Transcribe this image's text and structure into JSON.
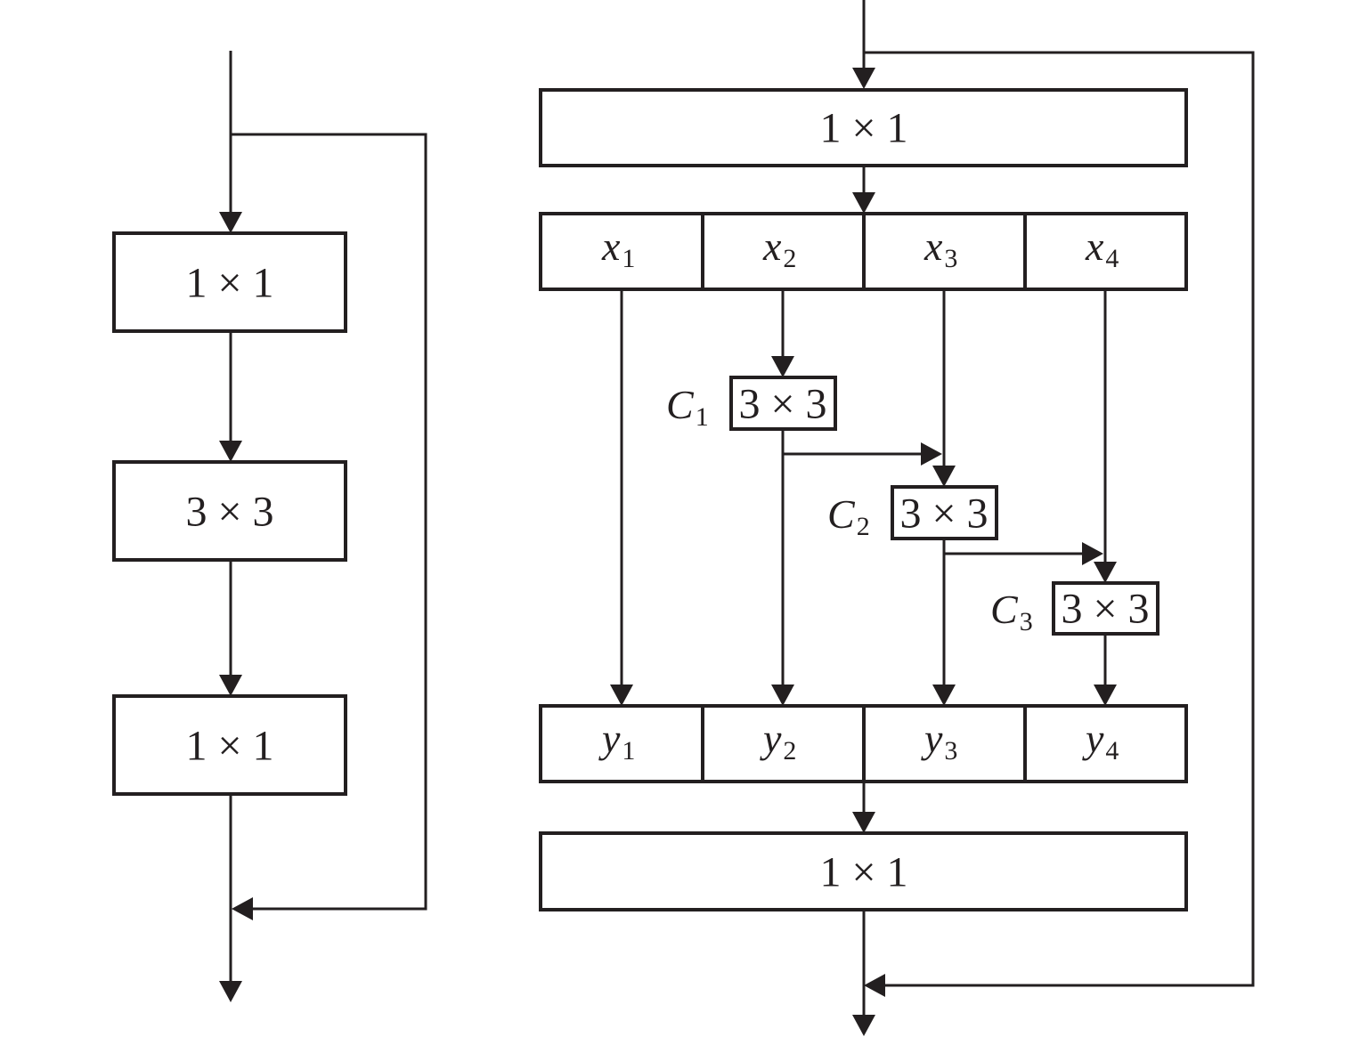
{
  "left_block": {
    "title": "Bottleneck residual block",
    "layers": [
      "1 × 1",
      "3 × 3",
      "1 × 1"
    ]
  },
  "right_block": {
    "title": "Res2Net block",
    "top_conv": "1 × 1",
    "split_inputs": [
      {
        "var": "x",
        "sub": "1"
      },
      {
        "var": "x",
        "sub": "2"
      },
      {
        "var": "x",
        "sub": "3"
      },
      {
        "var": "x",
        "sub": "4"
      }
    ],
    "convs": [
      {
        "name": "C",
        "sub": "1",
        "kernel": "3 × 3"
      },
      {
        "name": "C",
        "sub": "2",
        "kernel": "3 × 3"
      },
      {
        "name": "C",
        "sub": "3",
        "kernel": "3 × 3"
      }
    ],
    "outputs": [
      {
        "var": "y",
        "sub": "1"
      },
      {
        "var": "y",
        "sub": "2"
      },
      {
        "var": "y",
        "sub": "3"
      },
      {
        "var": "y",
        "sub": "4"
      }
    ],
    "bottom_conv": "1 × 1"
  },
  "colors": {
    "stroke": "#231f20",
    "background": "#ffffff"
  }
}
